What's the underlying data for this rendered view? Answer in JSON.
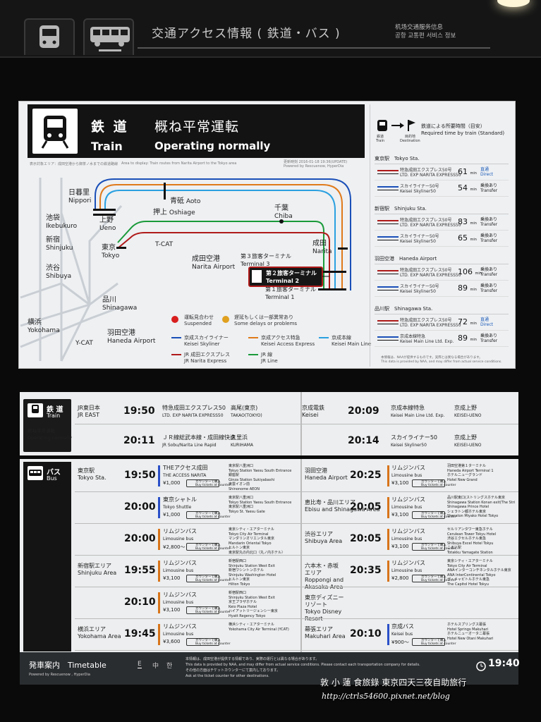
{
  "sign": {
    "title": "交通アクセス情報 ( 鉄道・バス )",
    "sub": [
      "机场交通服务信息",
      "공항 교통편 서비스 정보"
    ]
  },
  "train_panel": {
    "jp": "鉄 道",
    "en": "Train",
    "status_jp": "概ね平常運転",
    "status_en": "Operating normally",
    "updated": "更新時刻 2016-01-18 19:36(UPDATE)",
    "powered": "Powered by Rescuenow, HyperDia",
    "area_note": "表示対象エリア：成田空港から御茶ノ水までの鉄道路線",
    "area_note_en": "Area to display: Train routes from Narita Airport to the Tokyo area",
    "stations": [
      {
        "jp": "日暮里",
        "en": "Nippori"
      },
      {
        "jp": "青砥",
        "en": "Aoto"
      },
      {
        "jp": "押上",
        "en": "Oshiage"
      },
      {
        "jp": "池袋",
        "en": "Ikebukuro"
      },
      {
        "jp": "上野",
        "en": "Ueno"
      },
      {
        "jp": "千葉",
        "en": "Chiba"
      },
      {
        "jp": "新宿",
        "en": "Shinjuku"
      },
      {
        "jp": "東京",
        "en": "Tokyo"
      },
      {
        "jp": "",
        "en": "T-CAT"
      },
      {
        "jp": "成田",
        "en": "Narita"
      },
      {
        "jp": "渋谷",
        "en": "Shibuya"
      },
      {
        "jp": "成田空港",
        "en": "Narita Airport"
      },
      {
        "jp": "第３旅客ターミナル",
        "en": "Terminal 3"
      },
      {
        "jp": "第２旅客ターミナル",
        "en": "Terminal 2"
      },
      {
        "jp": "第１旅客ターミナル",
        "en": "Terminal 1"
      },
      {
        "jp": "品川",
        "en": "Shinagawa"
      },
      {
        "jp": "横浜",
        "en": "Yokohama"
      },
      {
        "jp": "羽田空港",
        "en": "Haneda Airport"
      },
      {
        "jp": "",
        "en": "Y-CAT"
      }
    ],
    "legend": [
      {
        "jp": "運転見合わせ",
        "en": "Suspended",
        "color": "#d81e1e"
      },
      {
        "jp": "遅延もしくは一部異常あり",
        "en": "Some delays or problems",
        "color": "#e0a020"
      }
    ],
    "lines": [
      {
        "jp": "京成スカイライナー",
        "en": "Keisei Skyliner",
        "color": "#1a4fb8"
      },
      {
        "jp": "京成アクセス特急",
        "en": "Keisei Access Express",
        "color": "#e07a1a"
      },
      {
        "jp": "京成本線",
        "en": "Keisei Main Line",
        "color": "#2aa0e0"
      },
      {
        "jp": "JR 成田エクスプレス",
        "en": "JR Narita Express",
        "color": "#b01a1a"
      },
      {
        "jp": "JR 線",
        "en": "JR Line",
        "color": "#1a9a3a"
      }
    ],
    "time_header": {
      "req_jp": "鉄道による所要時間（目安）",
      "req_en": "Required time by train (Standard)",
      "cap_train_jp": "鉄道",
      "cap_train_en": "Train",
      "cap_dest_jp": "目的地",
      "cap_dest_en": "Destination"
    },
    "time_groups": [
      {
        "name": "東京駅　Tokyo Sta.",
        "rows": [
          {
            "svc_jp": "特急成田エクスプレス50号",
            "svc_en": "LTD. EXP NARITA EXPRESS50",
            "min": "61",
            "t_jp": "直通",
            "t_en": "Direct",
            "tcolor": "#1a5ab8",
            "logo": "nex"
          },
          {
            "svc_jp": "スカイライナー50号",
            "svc_en": "Keisei Skyliner50",
            "min": "54",
            "t_jp": "乗換あり",
            "t_en": "Transfer",
            "tcolor": "#222",
            "logo": "sky"
          }
        ]
      },
      {
        "name": "新宿駅　Shinjuku Sta.",
        "rows": [
          {
            "svc_jp": "特急成田エクスプレス50号",
            "svc_en": "LTD. EXP NARITA EXPRESS50",
            "min": "83",
            "t_jp": "乗換あり",
            "t_en": "Transfer",
            "tcolor": "#222",
            "logo": "nex"
          },
          {
            "svc_jp": "スカイライナー50号",
            "svc_en": "Keisei Skyliner50",
            "min": "65",
            "t_jp": "乗換あり",
            "t_en": "Transfer",
            "tcolor": "#222",
            "logo": "sky"
          }
        ]
      },
      {
        "name": "羽田空港　Haneda Airport",
        "rows": [
          {
            "svc_jp": "特急成田エクスプレス50号",
            "svc_en": "LTD. EXP NARITA EXPRESS50",
            "min": "106",
            "t_jp": "乗換あり",
            "t_en": "Transfer",
            "tcolor": "#222",
            "logo": "nex"
          },
          {
            "svc_jp": "スカイライナー50号",
            "svc_en": "Keisei Skyliner50",
            "min": "89",
            "t_jp": "乗換あり",
            "t_en": "Transfer",
            "tcolor": "#222",
            "logo": "sky"
          }
        ]
      },
      {
        "name": "品川駅　Shinagawa Sta.",
        "rows": [
          {
            "svc_jp": "特急成田エクスプレス50号",
            "svc_en": "LTD. EXP NARITA EXPRESS50",
            "min": "72",
            "t_jp": "直通",
            "t_en": "Direct",
            "tcolor": "#1a5ab8",
            "logo": "nex"
          },
          {
            "svc_jp": "京成本線特急",
            "svc_en": "Keisei Main Line Ltd. Exp.",
            "min": "89",
            "t_jp": "乗換あり",
            "t_en": "Transfer",
            "tcolor": "#222",
            "logo": "keisei"
          }
        ]
      }
    ],
    "min_unit": "min",
    "footnote": [
      "本情報は、NAAが提供するものです。実際とは異なる場合があります。",
      "This data is provided by NAA, and may differ from actual service conditions."
    ]
  },
  "board": {
    "train_jp": "鉄 道",
    "train_en": "Train",
    "train_status_jp": "概ね平常運転",
    "train_status_en": "Operating normally",
    "bus_jp": "バス",
    "bus_en": "Bus",
    "train_rows": [
      {
        "op": "JR東日本\nJR EAST",
        "time": "19:50",
        "svc_jp": "特急成田エクスプレス50",
        "svc_en": "LTD. EXP NARITA EXPRESS50",
        "dest_jp": "高尾(東京)",
        "dest_en": "TAKAO(TOKYO)"
      },
      {
        "op": "",
        "time": "20:11",
        "svc_jp": "ＪＲ線総武本線・成田線快速",
        "svc_en": "JR Sobu/Narita Line Rapid",
        "dest_jp": "久里浜",
        "dest_en": "KURIHAMA"
      },
      {
        "op": "京成電鉄\nKeisei",
        "time": "20:09",
        "svc_jp": "京成本線特急",
        "svc_en": "Keisei Main Line Ltd. Exp.",
        "dest_jp": "京成上野",
        "dest_en": "KEISEI-UENO"
      },
      {
        "op": "",
        "time": "20:14",
        "svc_jp": "スカイライナー50",
        "svc_en": "Keisei Skyliner50",
        "dest_jp": "京成上野",
        "dest_en": "KEISEI-UENO"
      }
    ],
    "bus_rows_left": [
      {
        "area": "東京駅\nTokyo Sta.",
        "time": "19:50",
        "svc_jp": "THEアクセス成田",
        "svc_en": "THE ACCESS NARITA",
        "fare": "¥1,000",
        "color": "#2a50c8",
        "stops": "東京駅八重洲口\nTokyo Station Yaesu South Entrance\n銀座駅\nGinza Station Sukiyabashi\n東雲イオン前\nShinonome AEON"
      },
      {
        "area": "",
        "time": "20:00",
        "svc_jp": "東京シャトル",
        "svc_en": "Tokyo Shuttle",
        "fare": "¥1,000",
        "color": "#2a50c8",
        "stops": "東京駅八重洲口\nTokyo Station Yaesu South Entrance\n東京駅八重洲口\nTokyo St. Yaesu Gate"
      },
      {
        "area": "",
        "time": "20:00",
        "svc_jp": "リムジンバス",
        "svc_en": "Limousine bus",
        "fare": "¥2,800～",
        "color": "#d8741a",
        "stops": "東京シティ・エアターミナル\nTokyo City Air Terminal\nマンダリンオリエンタル東京\nMandarin Oriental Tokyo\nヒルトン東京\n東京駅丸の内北口（丸ノ内ホテル）"
      },
      {
        "area": "新宿駅エリア\nShinjuku Area",
        "time": "19:55",
        "svc_jp": "リムジンバス",
        "svc_en": "Limousine bus",
        "fare": "¥3,100",
        "color": "#d8741a",
        "stops": "新宿駅西口\nShinjuku Station West Exit\n新宿ワシントンホテル\nShinjuku Washington Hotel\nヒルトン東京\nHilton Tokyo"
      },
      {
        "area": "",
        "time": "20:10",
        "svc_jp": "リムジンバス",
        "svc_en": "Limousine bus",
        "fare": "¥3,100",
        "color": "#d8741a",
        "stops": "新宿駅西口\nShinjuku Station West Exit\n京王プラザホテル\nKeio Plaza Hotel\nハイアットリージェンシー東京\nHyatt Regency Tokyo"
      },
      {
        "area": "横浜エリア\nYokohama Area",
        "time": "19:45",
        "svc_jp": "リムジンバス",
        "svc_en": "Limousine bus",
        "fare": "¥3,600",
        "color": "#d8741a",
        "stops": "横浜シティ・エアターミナル\nYokohama City Air Terminal (YCAT)"
      }
    ],
    "bus_rows_right": [
      {
        "area": "羽田空港\nHaneda Airport",
        "time": "20:25",
        "svc_jp": "リムジンバス",
        "svc_en": "Limousine bus",
        "fare": "¥3,100",
        "color": "#d8741a",
        "stops": "羽田空港第１ターミナル\nHaneda Airport Terminal 1\nホテルニューグランド\nHotel New Grand"
      },
      {
        "area": "恵比寿・品川エリア\nEbisu and Shinagawa Area",
        "time": "20:05",
        "svc_jp": "リムジンバス",
        "svc_en": "Limousine bus",
        "fare": "¥3,100",
        "color": "#d8741a",
        "stops": "品川駅東口(ストリングスホテル東京\nShinagawa Station Konan exit(The Stri\nShinagawa Prince Hotel\nシェラトン都ホテル東京\nSheraton Miyako Hotel Tokyo"
      },
      {
        "area": "渋谷エリア\nShibuya Area",
        "time": "20:05",
        "svc_jp": "リムジンバス",
        "svc_en": "Limousine bus",
        "fare": "¥3,100",
        "color": "#d8741a",
        "stops": "セルリアンタワー東急ホテル\nCerulean Tower Tokyu Hotel\n渋谷エクセルホテル東急\nShibuya Excel Hotel Tokyu\nこま込駅\nTotakku Yamagate Station"
      },
      {
        "area": "六本木・赤坂\nエリア\nRoppongi and\nAkasaka Area",
        "time": "20:35",
        "svc_jp": "リムジンバス",
        "svc_en": "Limousine bus",
        "fare": "¥2,800",
        "color": "#d8741a",
        "stops": "東京シティ・エアターミナル\nTokyo City Air Terminal\nANAインターコンチネンタルホテル東京\nANA InterContinental Tokyo\nザ・キャピトルホテル東急\nThe Capitol Hotel Tokyu"
      },
      {
        "area": "東京ディズニー\nリゾート\nTokyo Disney\nResort",
        "time": "",
        "svc_jp": "",
        "svc_en": "",
        "fare": "",
        "color": "",
        "stops": ""
      },
      {
        "area": "幕張エリア\nMakuhari Area",
        "time": "20:10",
        "svc_jp": "京成バス",
        "svc_en": "Keisei bus",
        "fare": "¥900～",
        "color": "#2a50c8",
        "stops": "ホテルスプリングス幕張\nHotel Springs Makuhari\nホテルニューオータニ幕張\nHotel New Otani Makuhari"
      }
    ],
    "counter_label": "カウンターで購入\nBuy tickets at counter",
    "footer": {
      "title": "発車案内　Timetable",
      "powered": "Powered by Rescuenow , HyperDia",
      "langs": [
        "E",
        "中",
        "한"
      ],
      "notes": "本情報は、成田空港が提供する情報であり、実際の運行とは異なる場合があります。\nThis data is provided by NAA, and may differ from actual service conditions. Please contact each transportation company for details.\nその他の方面はチケットカウンターにて案内しております。\nAsk at the ticket counter for other destinations.",
      "clock": "19:40"
    }
  },
  "watermark": {
    "line1": "敦 小 蓮  食旅錄 東京四天三夜自助旅行",
    "line2": "http://ctrls54600.pixnet.net/blog"
  }
}
